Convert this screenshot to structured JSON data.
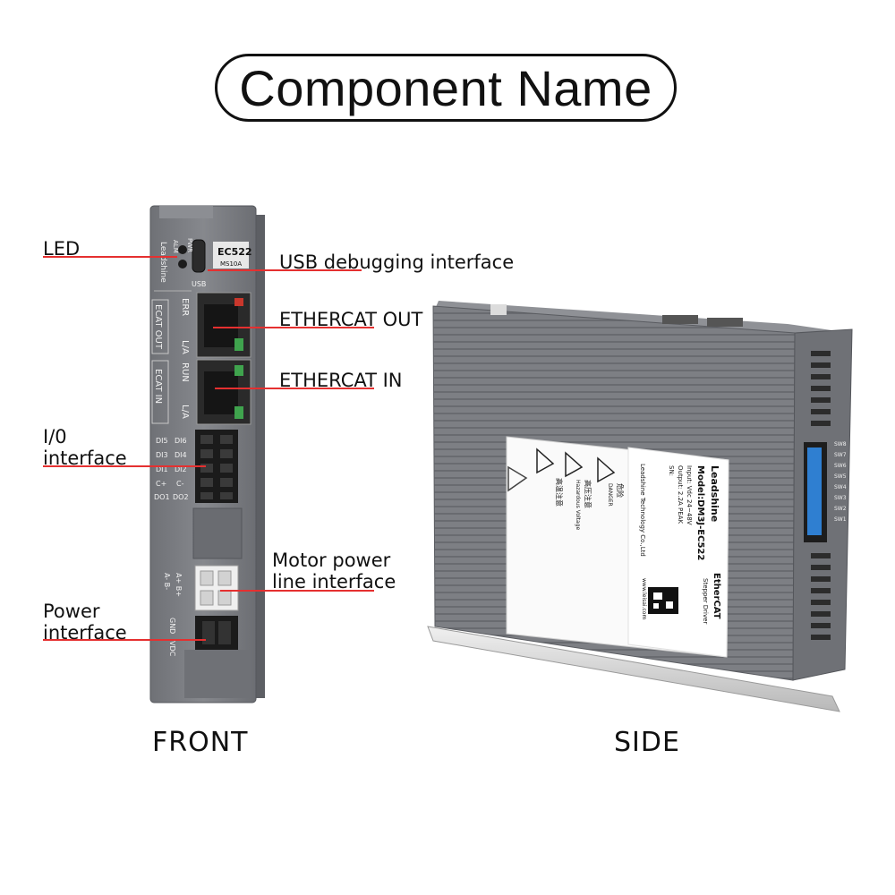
{
  "title": "Component Name",
  "captions": {
    "front": "FRONT",
    "side": "SIDE"
  },
  "callouts": {
    "led": "LED",
    "usb": "USB debugging interface",
    "ecat_out": "ETHERCAT OUT",
    "ecat_in": "ETHERCAT IN",
    "io_line1": "I/0",
    "io_line2": "interface",
    "motor_line1": "Motor power",
    "motor_line2": "line interface",
    "power_line1": "Power",
    "power_line2": "interface"
  },
  "front_panel": {
    "brand": "Leadshine",
    "alm": "ALM",
    "pwr": "PWR",
    "model_badge": "EC522",
    "model_sub": "MS10A",
    "usb": "USB",
    "err": "ERR",
    "la_out": "L/A",
    "run": "RUN",
    "la_in": "L/A",
    "ecat_out_label": "ECAT OUT",
    "ecat_in_label": "ECAT IN",
    "io_left": [
      "DI5",
      "DI3",
      "DI1",
      "C+",
      "DO1"
    ],
    "io_right": [
      "DI6",
      "DI4",
      "DI2",
      "C-",
      "DO2"
    ],
    "motor_top": "A+  B+",
    "motor_bottom": "A-  B-",
    "gnd": "GND",
    "vdc": "VDC"
  },
  "side_panel": {
    "brand": "Leadshine",
    "model": "Model:DM3J-EC522",
    "input": "Input: Vdc 24~48V",
    "output": "Output: 2.2A PEAK",
    "sn": "SN:",
    "company": "Leadshine Technology Co.,Ltd",
    "product_line1": "EtherCAT",
    "product_line2": "Stepper Driver",
    "web": "www.leisai.com",
    "warn_cn": "危险",
    "warn_en": "DANGER",
    "hv_cn": "高压注意",
    "hv_en": "Hazardous Voltage",
    "hot_cn": "高温注意",
    "dip_labels": [
      "SW8",
      "SW7",
      "SW6",
      "SW5",
      "SW4",
      "SW3",
      "SW2",
      "SW1"
    ]
  },
  "colors": {
    "accent_line": "#e53030",
    "body_gray": "#7d7f84",
    "led_green": "#3fa34d",
    "led_red": "#c9372c"
  }
}
